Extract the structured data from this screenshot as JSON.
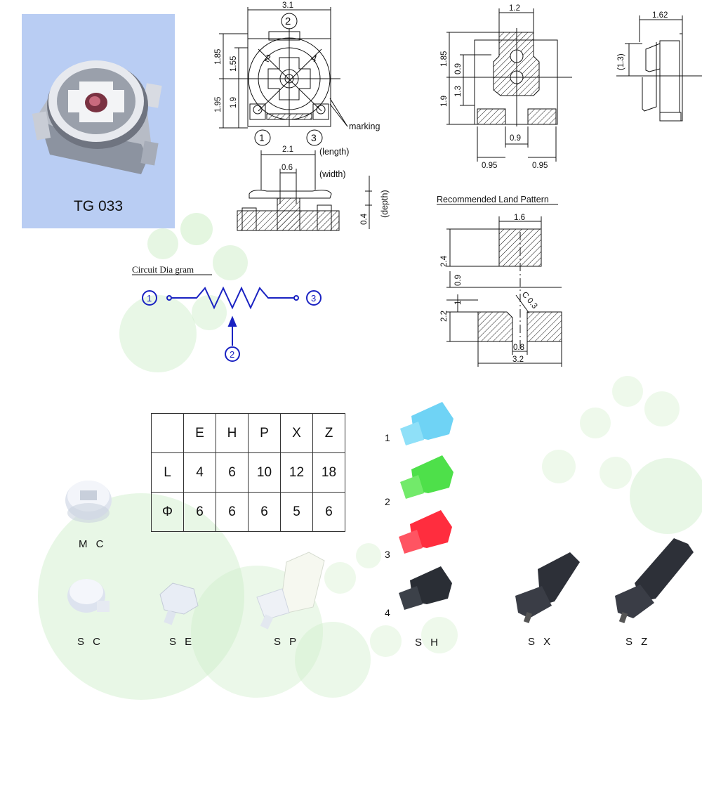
{
  "product": {
    "name": "TG 033"
  },
  "front_view": {
    "width": "3.1",
    "top_h1": "1.85",
    "top_h2": "1.55",
    "bot_h1": "1.95",
    "bot_h2": "1.9",
    "pin_top": "2",
    "pin_left": "1",
    "pin_right": "3",
    "dial_2": "2",
    "dial_4": "4",
    "marking": "marking"
  },
  "side_view": {
    "length": "2.1",
    "length_label": "(length)",
    "width": "0.6",
    "width_label": "(width)",
    "depth": "0.4",
    "depth_label": "(depth)"
  },
  "back_view": {
    "top_w": "1.2",
    "h1": "1.85",
    "h2": "0.9",
    "h3": "1.3",
    "h4": "1.9",
    "mid_w": "0.9",
    "pad_l": "0.95",
    "pad_r": "0.95"
  },
  "profile_view": {
    "width": "1.62",
    "height": "(1.3)"
  },
  "land_pattern": {
    "title": "Recommended Land Pattern",
    "top_w": "1.6",
    "h_top": "2.4",
    "gap": "0.9",
    "h_small": "1",
    "h_bot": "2.2",
    "chamfer": "C 0.3",
    "slot_w": "0.8",
    "total_w": "3.2"
  },
  "circuit": {
    "title": "Circuit Dia  gram",
    "pin1": "1",
    "pin2": "2",
    "pin3": "3"
  },
  "knob_table": {
    "header": [
      "",
      "E",
      "H",
      "P",
      "X",
      "Z"
    ],
    "rows": [
      [
        "L",
        "4",
        "6",
        "10",
        "12",
        "18"
      ],
      [
        "Φ",
        "6",
        "6",
        "6",
        "5",
        "6"
      ]
    ]
  },
  "knobs": {
    "mc": "M C",
    "sc": "S C",
    "se": "S E",
    "sp": "S P",
    "sh": "S H",
    "sx": "S X",
    "sz": "S Z"
  },
  "sh_colors": [
    {
      "n": "1",
      "color": "#6fd3f5"
    },
    {
      "n": "2",
      "color": "#4ee04a"
    },
    {
      "n": "3",
      "color": "#ff2d3e"
    },
    {
      "n": "4",
      "color": "#2a2e35"
    }
  ]
}
